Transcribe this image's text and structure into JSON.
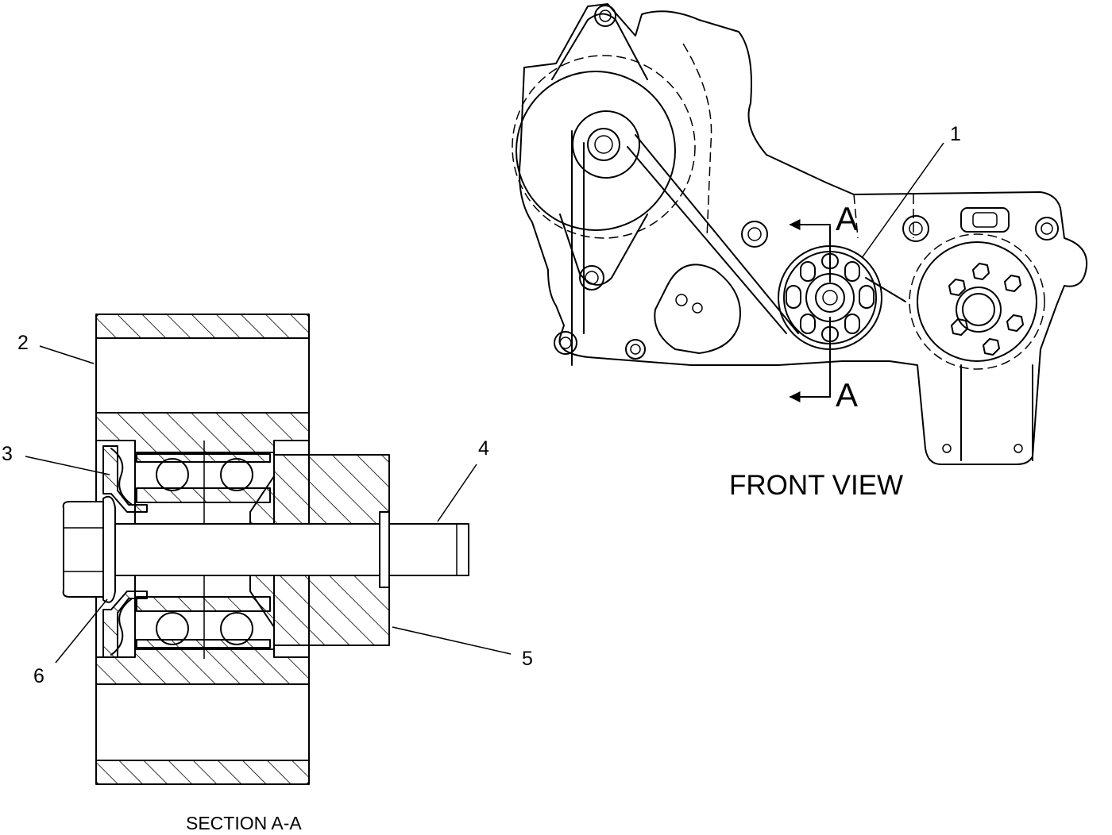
{
  "labels": {
    "front_view": "FRONT VIEW",
    "section_view": "SECTION A-A",
    "section_letter_top": "A",
    "section_letter_bottom": "A"
  },
  "callouts": [
    "1",
    "2",
    "3",
    "4",
    "5",
    "6"
  ],
  "colors": {
    "line": "#000000",
    "background": "#ffffff"
  }
}
